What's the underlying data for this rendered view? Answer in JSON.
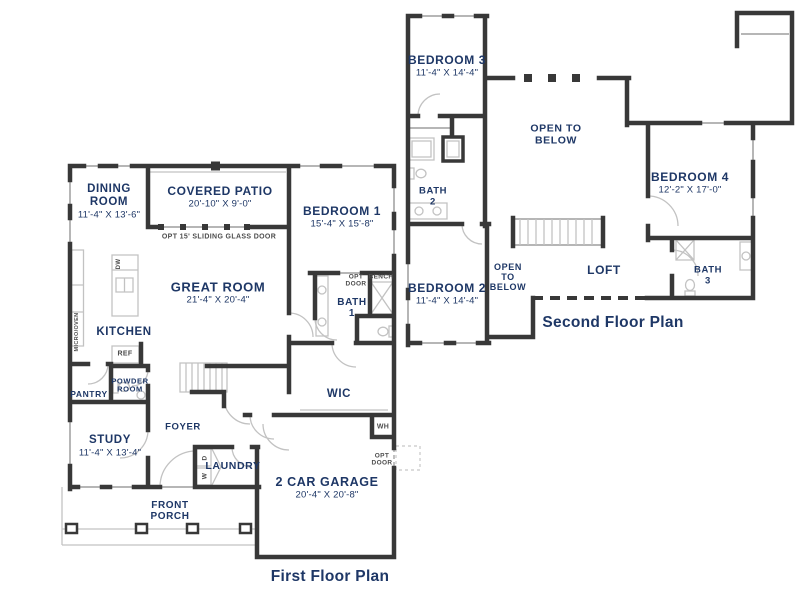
{
  "colors": {
    "navy": "#1e3766",
    "wall": "#383838",
    "fixture": "#c2c2c2"
  },
  "first_floor": {
    "title": "First Floor Plan",
    "rooms": {
      "dining": {
        "name": "DINING ROOM",
        "dims": "11'-4\" X 13'-6\""
      },
      "patio": {
        "name": "COVERED PATIO",
        "dims": "20'-10\" X 9'-0\""
      },
      "bedroom1": {
        "name": "BEDROOM 1",
        "dims": "15'-4\" X 15'-8\""
      },
      "great": {
        "name": "GREAT ROOM",
        "dims": "21'-4\" X 20'-4\""
      },
      "kitchen": {
        "name": "KITCHEN"
      },
      "bath1": {
        "name": "BATH 1"
      },
      "wic": {
        "name": "WIC"
      },
      "powder": {
        "name": "POWDER ROOM"
      },
      "pantry": {
        "name": "PANTRY"
      },
      "study": {
        "name": "STUDY",
        "dims": "11'-4\" X 13'-4\""
      },
      "foyer": {
        "name": "FOYER"
      },
      "laundry": {
        "name": "LAUNDRY"
      },
      "porch": {
        "name": "FRONT PORCH"
      },
      "garage": {
        "name": "2 CAR GARAGE",
        "dims": "20'-4\" X 20'-8\""
      }
    },
    "annotations": {
      "sliding_door": "OPT 15' SLIDING GLASS DOOR",
      "opt_door_bath": "OPT DOOR",
      "bench": "BENCH",
      "ref": "REF",
      "dw": "DW",
      "micro_oven": "MICRO/OVEN",
      "washer": "W",
      "dryer": "D",
      "water_heater": "WH",
      "opt_door_garage": "OPT DOOR"
    }
  },
  "second_floor": {
    "title": "Second Floor Plan",
    "rooms": {
      "bedroom3": {
        "name": "BEDROOM 3",
        "dims": "11'-4\" X 14'-4\""
      },
      "bath2": {
        "name": "BATH 2"
      },
      "bedroom2": {
        "name": "BEDROOM 2",
        "dims": "11'-4\" X 14'-4\""
      },
      "bedroom4": {
        "name": "BEDROOM 4",
        "dims": "12'-2\" X 17'-0\""
      },
      "bath3": {
        "name": "BATH 3"
      },
      "loft": {
        "name": "LOFT"
      },
      "open_below_large": {
        "name": "OPEN TO BELOW"
      },
      "open_below_small": {
        "name": "OPEN TO BELOW"
      }
    }
  }
}
